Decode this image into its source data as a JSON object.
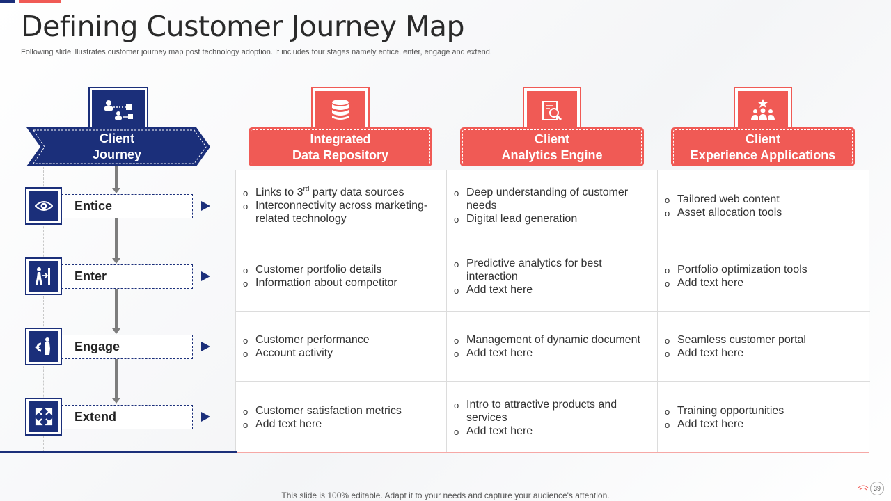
{
  "title": "Defining Customer Journey Map",
  "subtitle": "Following slide illustrates customer journey map post technology adoption. It includes four stages namely entice, enter, engage and extend.",
  "client_journey": {
    "line1": "Client",
    "line2": "Journey",
    "icon": "workflow-icon"
  },
  "columns": [
    {
      "line1": "Integrated",
      "line2": "Data Repository",
      "icon": "database-icon"
    },
    {
      "line1": "Client",
      "line2": "Analytics Engine",
      "icon": "analytics-report-icon"
    },
    {
      "line1": "Client",
      "line2": "Experience Applications",
      "icon": "team-star-icon"
    }
  ],
  "stages": [
    {
      "label": "Entice",
      "icon": "eye-icon"
    },
    {
      "label": "Enter",
      "icon": "person-entering-icon"
    },
    {
      "label": "Engage",
      "icon": "person-magnet-icon"
    },
    {
      "label": "Extend",
      "icon": "expand-arrows-icon"
    }
  ],
  "cells": [
    [
      {
        "items": [
          "Links to 3rd party data sources",
          "Interconnectivity  across marketing-related technology"
        ]
      },
      {
        "items": [
          "Deep understanding  of customer needs",
          "Digital lead generation"
        ]
      },
      {
        "items": [
          "Tailored web content",
          "Asset allocation tools"
        ]
      }
    ],
    [
      {
        "items": [
          "Customer portfolio details",
          "Information  about competitor"
        ]
      },
      {
        "items": [
          "Predictive analytics  for best interaction",
          "Add text here"
        ]
      },
      {
        "items": [
          "Portfolio optimization tools",
          "Add text here"
        ]
      }
    ],
    [
      {
        "items": [
          "Customer performance",
          "Account activity"
        ]
      },
      {
        "items": [
          "Management of dynamic document",
          "Add text here"
        ]
      },
      {
        "items": [
          "Seamless customer portal",
          "Add text here"
        ]
      }
    ],
    [
      {
        "items": [
          "Customer satisfaction metrics",
          "Add text here"
        ]
      },
      {
        "items": [
          "Intro to attractive products and services",
          "Add text here"
        ]
      },
      {
        "items": [
          "Training opportunities",
          "Add text here"
        ]
      }
    ]
  ],
  "footer": "This slide is 100% editable. Adapt it to your needs and capture your audience's attention.",
  "page_number": "39",
  "colors": {
    "navy": "#1b2f7a",
    "coral": "#f05a55",
    "connector": "#7d7d7d"
  }
}
